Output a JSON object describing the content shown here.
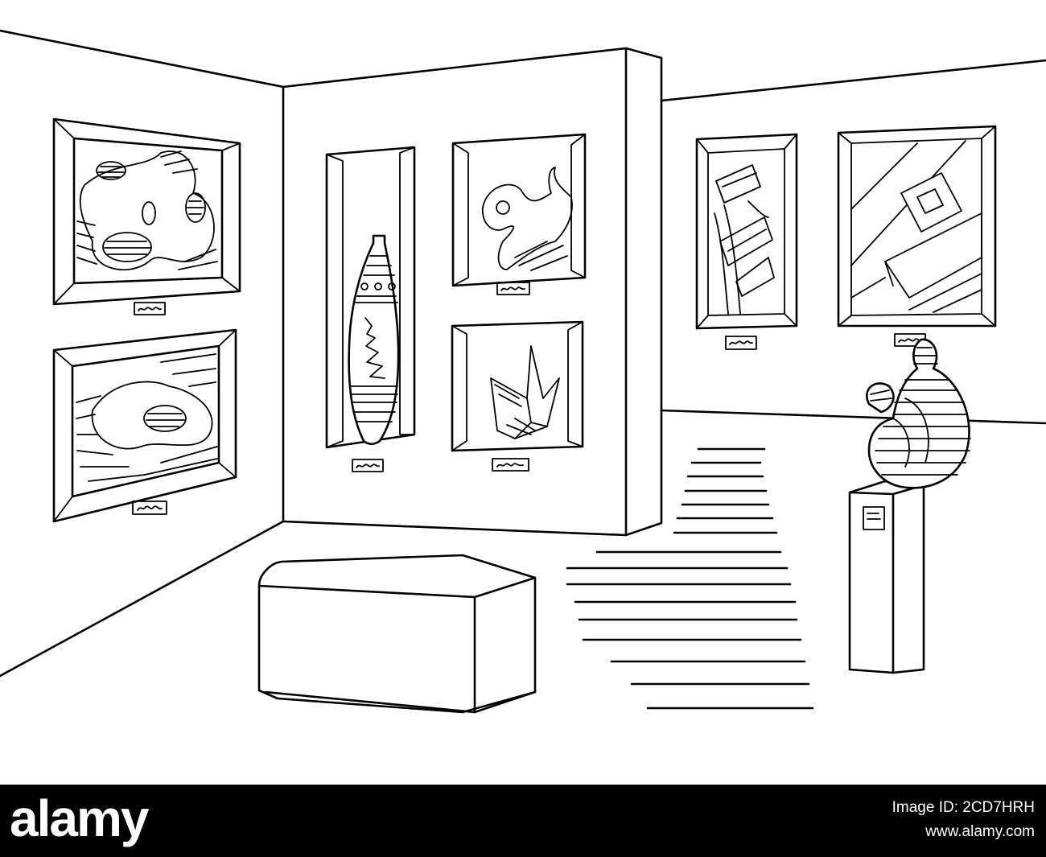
{
  "watermark": {
    "brand": "alamy",
    "image_id_label": "Image ID: 2CD7HRH",
    "site": "www.alamy.com"
  },
  "colors": {
    "background": "#ffffff",
    "line": "#000000",
    "bar": "#000000",
    "bar_text": "#ffffff"
  }
}
